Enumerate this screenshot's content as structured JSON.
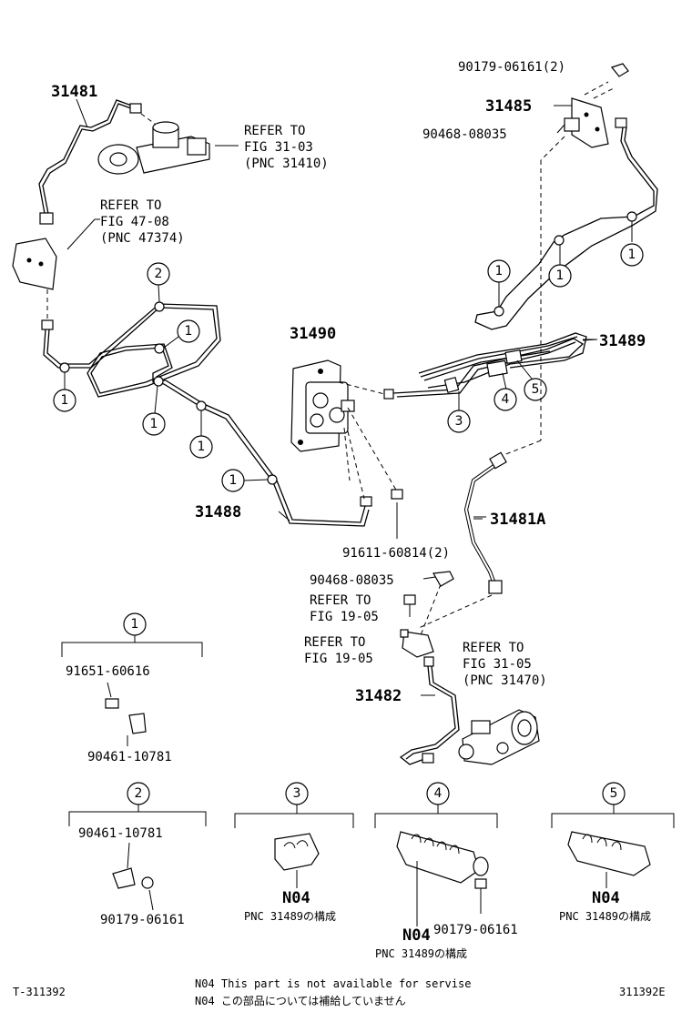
{
  "parts": {
    "p31481": "31481",
    "p31485": "31485",
    "p31490": "31490",
    "p31489": "31489",
    "p31488": "31488",
    "p31481A": "31481A",
    "p31482": "31482",
    "bolt_top": "90179-06161(2)",
    "clip_top": "90468-08035",
    "bolt_mid": "91611-60814(2)",
    "clip_mid": "90468-08035"
  },
  "refs": {
    "r1": [
      "REFER TO",
      "FIG 31-03",
      "(PNC 31410)"
    ],
    "r2": [
      "REFER TO",
      "FIG 47-08",
      "(PNC 47374)"
    ],
    "r3": [
      "REFER TO",
      "FIG 19-05"
    ],
    "r4": [
      "REFER TO",
      "FIG 19-05"
    ],
    "r5": [
      "REFER TO",
      "FIG 31-05",
      "(PNC 31470)"
    ]
  },
  "callouts": [
    "1",
    "2",
    "3",
    "4",
    "5"
  ],
  "legend": {
    "g1": {
      "num": "1",
      "parts": [
        "91651-60616",
        "90461-10781"
      ]
    },
    "g2": {
      "num": "2",
      "parts": [
        "90461-10781",
        "90179-06161"
      ]
    },
    "g3": {
      "num": "3",
      "code": "N04",
      "note": "PNC 31489の構成"
    },
    "g4": {
      "num": "4",
      "code": "N04",
      "part": "90179-06161",
      "note": "PNC 31489の構成"
    },
    "g5": {
      "num": "5",
      "code": "N04",
      "note": "PNC 31489の構成"
    }
  },
  "footer": {
    "left": "T-311392",
    "right": "311392E",
    "note_en": "N04 This part is not available for servise",
    "note_jp": "N04 この部品については補給していません"
  }
}
